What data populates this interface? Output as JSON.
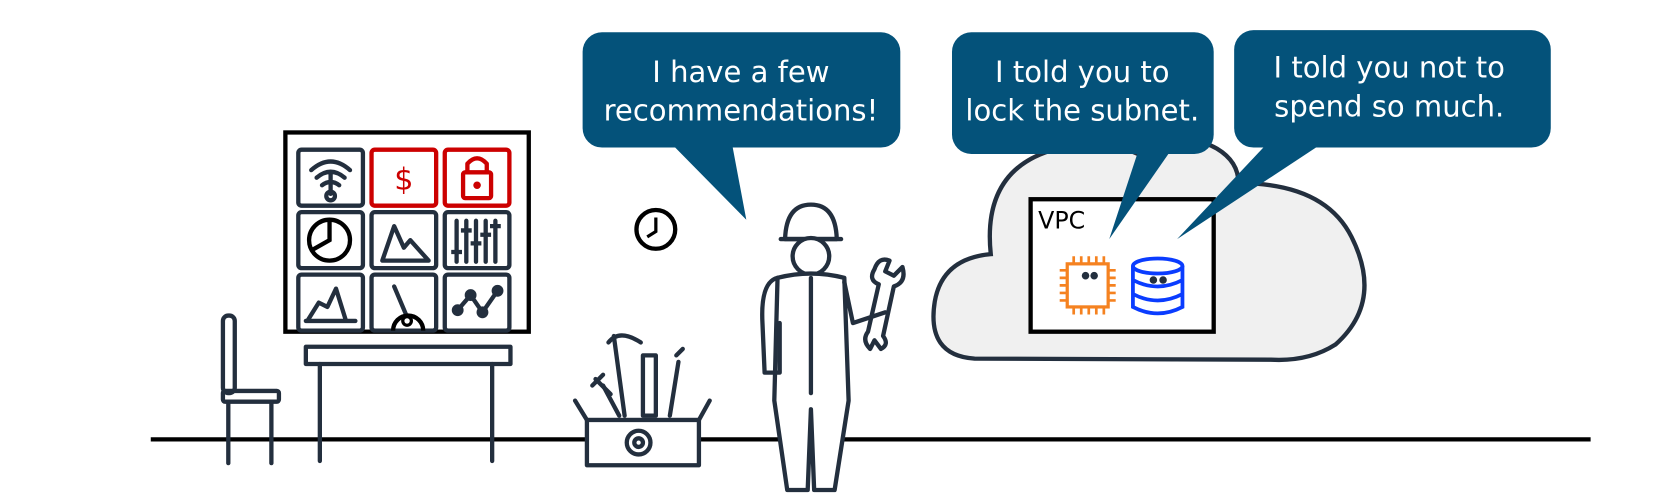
{
  "bubbles": [
    {
      "lines": [
        "I have a few",
        "recommendations!"
      ]
    },
    {
      "lines": [
        "I told you to",
        "lock the subnet."
      ]
    },
    {
      "lines": [
        "I told you not to",
        "spend so much."
      ]
    }
  ],
  "vpc": {
    "label": "VPC"
  },
  "dashboard": {
    "tiles": [
      "wifi-icon",
      "dollar-icon",
      "lock-icon",
      "pie-chart-icon",
      "mountain-chart-icon",
      "sliders-icon",
      "area-chart-icon",
      "gauge-icon",
      "line-chart-icon"
    ]
  },
  "colors": {
    "bubble": "#04527a",
    "alert": "#cc0000",
    "compute": "#f58220",
    "database": "#0a3cff",
    "cloud": "#f0f0f0",
    "ink": "#232f3e"
  }
}
